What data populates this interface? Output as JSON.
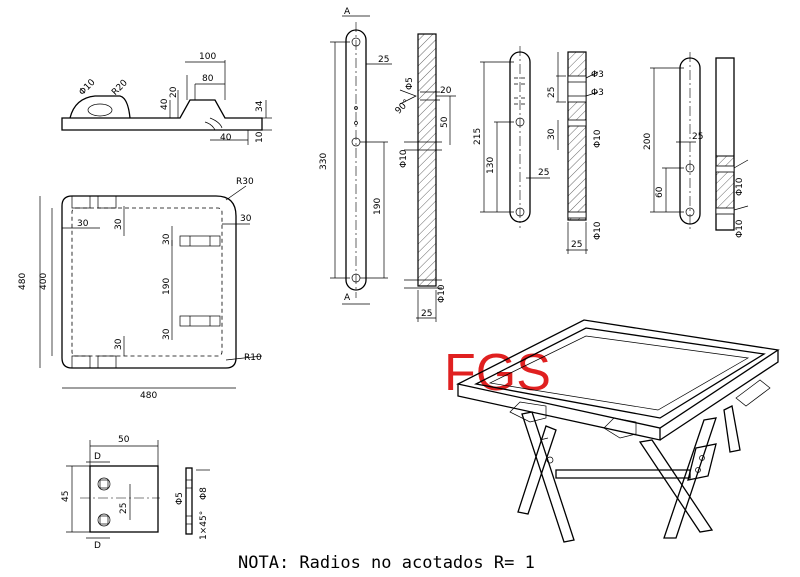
{
  "brand": "FGS",
  "note": "NOTA: Radios no acotados R= 1",
  "section_marker": "A",
  "views": {
    "top_plan": {
      "width": "480",
      "height": "480",
      "inner_height": "400",
      "corner_radius": "R30",
      "inner_radius": "R10",
      "pad_dim": "30",
      "rail_spacing": "190"
    },
    "clamp_detail": {
      "hole": "Φ10",
      "radius": "R20",
      "d100": "100",
      "d80": "80",
      "d40": "40",
      "d20": "20",
      "d34": "34",
      "d10": "10"
    },
    "long_leg": {
      "length": "330",
      "width": "25",
      "lower": "190",
      "hole_small": "Φ5",
      "hole_large": "Φ10",
      "angle": "90°",
      "d20": "20",
      "d50": "50"
    },
    "short_leg": {
      "length": "215",
      "mid": "130",
      "width": "25",
      "d25": "25",
      "d30": "30",
      "hole": "Φ3",
      "hole_large": "Φ10"
    },
    "brace": {
      "length": "200",
      "width": "25",
      "d60": "60",
      "hole": "Φ10"
    },
    "plate": {
      "width": "50",
      "height": "45",
      "hole_spacing": "25",
      "hole": "Φ5",
      "counterbore": "Φ8",
      "chamfer": "1×45°",
      "detail": "D"
    }
  }
}
